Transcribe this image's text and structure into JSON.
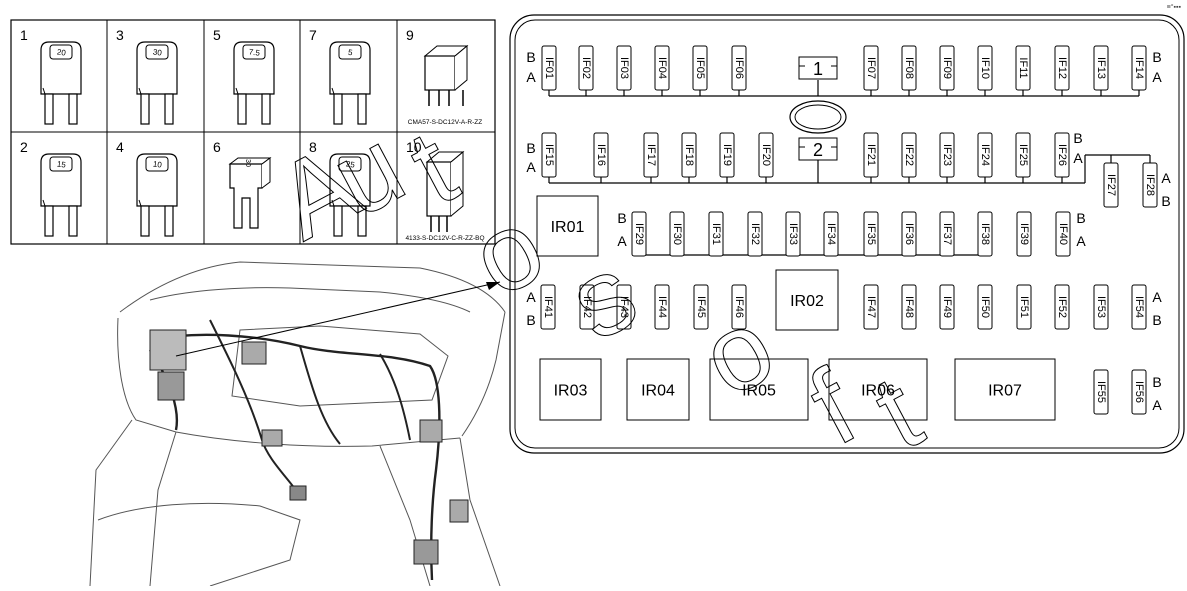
{
  "corner_mark": "≡°▪▪▪",
  "watermark": "Autosoft",
  "legend": {
    "cells": [
      {
        "num": "1",
        "kind": "mini-fuse",
        "rating": "20"
      },
      {
        "num": "3",
        "kind": "mini-fuse",
        "rating": "30"
      },
      {
        "num": "5",
        "kind": "mini-fuse",
        "rating": "7.5"
      },
      {
        "num": "7",
        "kind": "mini-fuse",
        "rating": "5"
      },
      {
        "num": "9",
        "kind": "relay-mini",
        "caption": "CMA57-S-DC12V-A-R-ZZ"
      },
      {
        "num": "2",
        "kind": "mini-fuse",
        "rating": "15"
      },
      {
        "num": "4",
        "kind": "mini-fuse",
        "rating": "10"
      },
      {
        "num": "6",
        "kind": "cartridge-fuse",
        "rating": "30"
      },
      {
        "num": "8",
        "kind": "mini-fuse",
        "rating": "25"
      },
      {
        "num": "10",
        "kind": "relay-tall",
        "caption": "4133-S-DC12V-C-R-ZZ-BQ"
      }
    ]
  },
  "fusebox": {
    "connectors": [
      "1",
      "2"
    ],
    "row1": [
      "IF01",
      "IF02",
      "IF03",
      "IF04",
      "IF05",
      "IF06",
      "IF07",
      "IF08",
      "IF09",
      "IF10",
      "IF11",
      "IF12",
      "IF13",
      "IF14"
    ],
    "row2": [
      "IF15",
      "IF16",
      "IF17",
      "IF18",
      "IF19",
      "IF20",
      "IF21",
      "IF22",
      "IF23",
      "IF24",
      "IF25",
      "IF26"
    ],
    "row2_side": [
      "IF27",
      "IF28"
    ],
    "row3": [
      "IF29",
      "IF30",
      "IF31",
      "IF32",
      "IF33",
      "IF34",
      "IF35",
      "IF36",
      "IF37",
      "IF38",
      "IF39",
      "IF40"
    ],
    "row4": [
      "IF41",
      "IF42",
      "IF43",
      "IF44",
      "IF45",
      "IF46",
      "IF47",
      "IF48",
      "IF49",
      "IF50",
      "IF51",
      "IF52",
      "IF53",
      "IF54"
    ],
    "row5_fuses": [
      "IF55",
      "IF56"
    ],
    "relays": [
      "IR01",
      "IR02",
      "IR03",
      "IR04",
      "IR05",
      "IR06",
      "IR07"
    ],
    "pin_a": "A",
    "pin_b": "B"
  }
}
